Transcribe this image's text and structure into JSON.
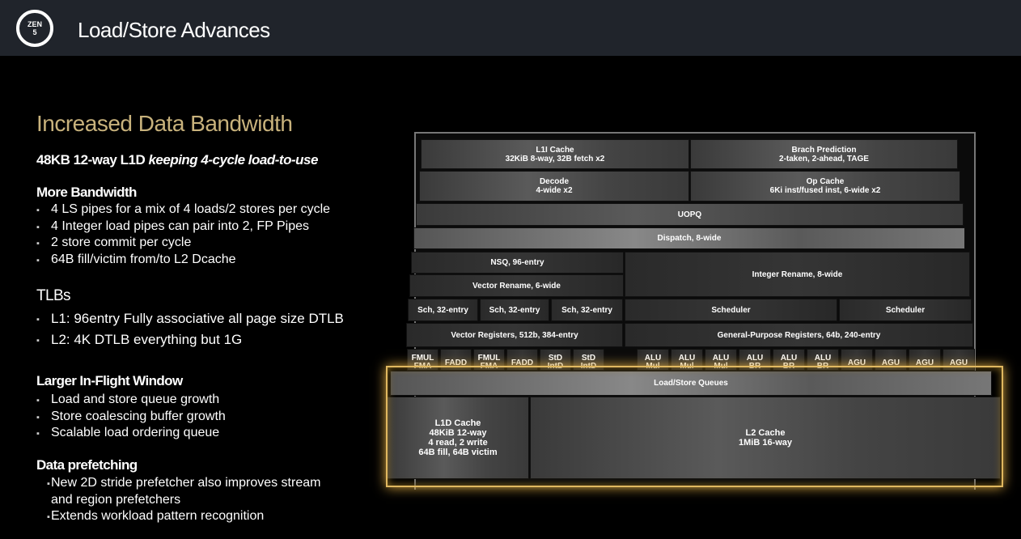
{
  "header": {
    "logo_text": "ZEN 5",
    "title": "Load/Store Advances"
  },
  "left": {
    "heading": "Increased Data Bandwidth",
    "l1d_plain": "48KB 12-way L1D ",
    "l1d_italic": "keeping 4-cycle load-to-use",
    "sections": [
      {
        "title": "More Bandwidth",
        "items": [
          "4 LS pipes for a mix of 4 loads/2 stores per cycle",
          "4 Integer load pipes can pair into 2, FP Pipes",
          "2 store commit per cycle",
          "64B fill/victim from/to L2 Dcache"
        ]
      },
      {
        "title": "TLBs",
        "items": [
          "L1: 96entry Fully associative all page size DTLB",
          "L2: 4K DTLB everything but 1G"
        ]
      },
      {
        "title": "Larger In-Flight Window",
        "items": [
          "Load and store queue growth",
          "Store coalescing buffer growth",
          "Scalable load ordering queue"
        ]
      },
      {
        "title": "Data prefetching",
        "items": [
          "New 2D stride prefetcher also improves stream",
          "and region prefetchers",
          "Extends workload pattern recognition"
        ]
      }
    ]
  },
  "diagram": {
    "l1i": [
      "L1I Cache",
      "32KiB 8-way, 32B fetch x2"
    ],
    "bp": [
      "Brach Prediction",
      "2-taken, 2-ahead, TAGE"
    ],
    "decode": [
      "Decode",
      "4-wide x2"
    ],
    "opcache": [
      "Op Cache",
      "6Ki inst/fused inst, 6-wide x2"
    ],
    "uopq": "UOPQ",
    "dispatch": "Dispatch, 8-wide",
    "nsq": "NSQ, 96-entry",
    "vrename": "Vector Rename, 6-wide",
    "irename": "Integer Rename, 8-wide",
    "sch": [
      "Sch, 32-entry",
      "Sch, 32-entry",
      "Sch, 32-entry"
    ],
    "scheduler": [
      "Scheduler",
      "Scheduler"
    ],
    "vregs": "Vector Registers, 512b, 384-entry",
    "gpr": "General-Purpose Registers, 64b, 240-entry",
    "fp_units": [
      [
        "FMUL",
        "FMA"
      ],
      [
        "FADD",
        ""
      ],
      [
        "FMUL",
        "FMA"
      ],
      [
        "FADD",
        ""
      ],
      [
        "StD",
        "IntD"
      ],
      [
        "StD",
        "IntD"
      ]
    ],
    "int_units": [
      [
        "ALU",
        "Mul"
      ],
      [
        "ALU",
        "Mul"
      ],
      [
        "ALU",
        "Mul"
      ],
      [
        "ALU",
        "BR"
      ],
      [
        "ALU",
        "BR"
      ],
      [
        "ALU",
        "BR"
      ],
      [
        "AGU",
        ""
      ],
      [
        "AGU",
        ""
      ],
      [
        "AGU",
        ""
      ],
      [
        "AGU",
        ""
      ]
    ],
    "lsq": "Load/Store Queues",
    "l1d": [
      "L1D Cache",
      "48KiB 12-way",
      "4 read, 2 write",
      "64B fill, 64B victim"
    ],
    "l2": [
      "L2 Cache",
      "1MiB 16-way"
    ]
  }
}
